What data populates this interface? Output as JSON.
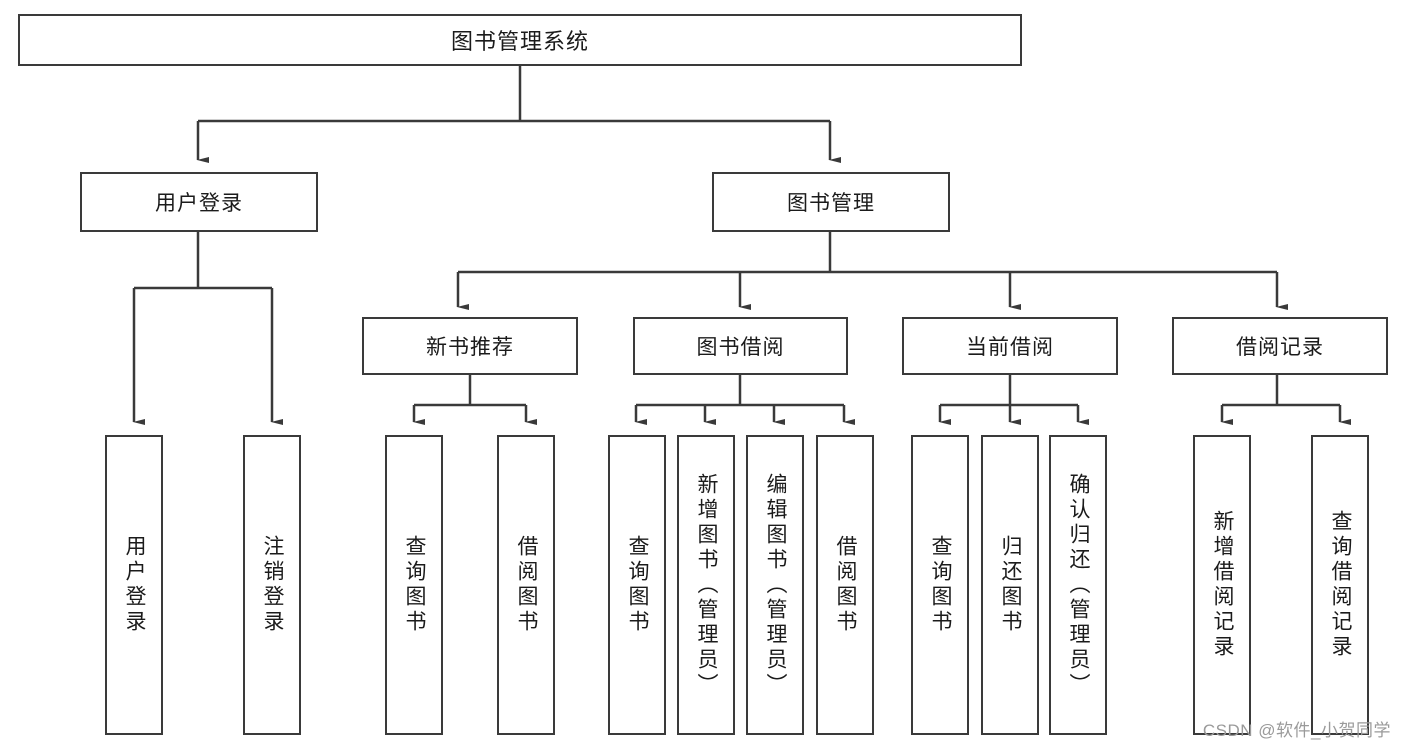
{
  "diagram": {
    "title": "图书管理系统",
    "type": "hierarchy-tree",
    "watermark": "CSDN @软件_小贺同学",
    "colors": {
      "stroke": "#3a3a3a",
      "fill": "#ffffff",
      "text": "#1b1b1b",
      "watermark": "#9a9a9a"
    },
    "levels": {
      "level0": "root",
      "level1": "modules",
      "level2": "sub-modules",
      "level3": "leaf-functions"
    }
  },
  "nodes": {
    "root": {
      "label": "图书管理系统"
    },
    "level1": [
      {
        "key": "user_login",
        "label": "用户登录"
      },
      {
        "key": "book_manage",
        "label": "图书管理"
      }
    ],
    "level2": [
      {
        "key": "new_book_rec",
        "label": "新书推荐",
        "parent": "book_manage"
      },
      {
        "key": "book_borrow",
        "label": "图书借阅",
        "parent": "book_manage"
      },
      {
        "key": "current_borrow",
        "label": "当前借阅",
        "parent": "book_manage"
      },
      {
        "key": "borrow_record",
        "label": "借阅记录",
        "parent": "book_manage"
      }
    ],
    "leaves": {
      "user_login": [
        {
          "label": "用户登录"
        },
        {
          "label": "注销登录"
        }
      ],
      "new_book_rec": [
        {
          "label": "查询图书"
        },
        {
          "label": "借阅图书"
        }
      ],
      "book_borrow": [
        {
          "label": "查询图书"
        },
        {
          "label": "新增图书（管理员）"
        },
        {
          "label": "编辑图书（管理员）"
        },
        {
          "label": "借阅图书"
        }
      ],
      "current_borrow": [
        {
          "label": "查询图书"
        },
        {
          "label": "归还图书"
        },
        {
          "label": "确认归还（管理员）"
        }
      ],
      "borrow_record": [
        {
          "label": "新增借阅记录"
        },
        {
          "label": "查询借阅记录"
        }
      ]
    }
  }
}
